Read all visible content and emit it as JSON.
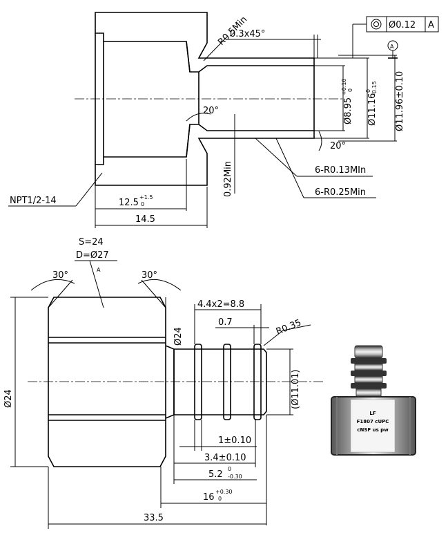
{
  "top_view": {
    "r_min": "R0.5Min",
    "chamfer": "0.3x45°",
    "tol_concentric_value": "Ø0.12",
    "tol_datum": "A",
    "datum_marker": "A",
    "dia_8_95_base": "Ø8.95",
    "dia_8_95_tol_up": "+0.10",
    "dia_8_95_tol_dn": "0",
    "dia_11_16_base": "Ø11.16",
    "dia_11_16_tol_up": "0",
    "dia_11_16_tol_dn": "-0.15",
    "dia_11_96": "Ø11.96±0.10",
    "angle_left": "20°",
    "angle_right": "20°",
    "wall_min": "0.92Min",
    "groove_r_013": "6-R0.13MIn",
    "groove_r_025": "6-R0.25Min",
    "thread": "NPT1/2-14",
    "len_12_5_base": "12.5",
    "len_12_5_tol_up": "+1.5",
    "len_12_5_tol_dn": "0",
    "len_14_5": "14.5"
  },
  "bottom_view": {
    "hex_s": "S=24",
    "hex_d": "D=Ø27",
    "hex_mark": "A",
    "chamfer_left": "30°",
    "chamfer_right": "30°",
    "pitch": "4.4x2=8.8",
    "dim_07": "0.7",
    "r_035": "R0.35",
    "dia_24_small": "Ø24",
    "dia_24_large": "Ø24",
    "dia_11_01": "(Ø11.01)",
    "dim_1": "1±0.10",
    "dim_3_4": "3.4±0.10",
    "dim_5_2_base": "5.2",
    "dim_5_2_tol_up": "0",
    "dim_5_2_tol_dn": "-0.30",
    "dim_16_base": "16",
    "dim_16_tol_up": "+0.30",
    "dim_16_tol_dn": "0",
    "dim_33_5": "33.5"
  },
  "photo": {
    "line1": "LF",
    "line2": "F1807 cUPC",
    "line3": "cNSF us pw"
  }
}
